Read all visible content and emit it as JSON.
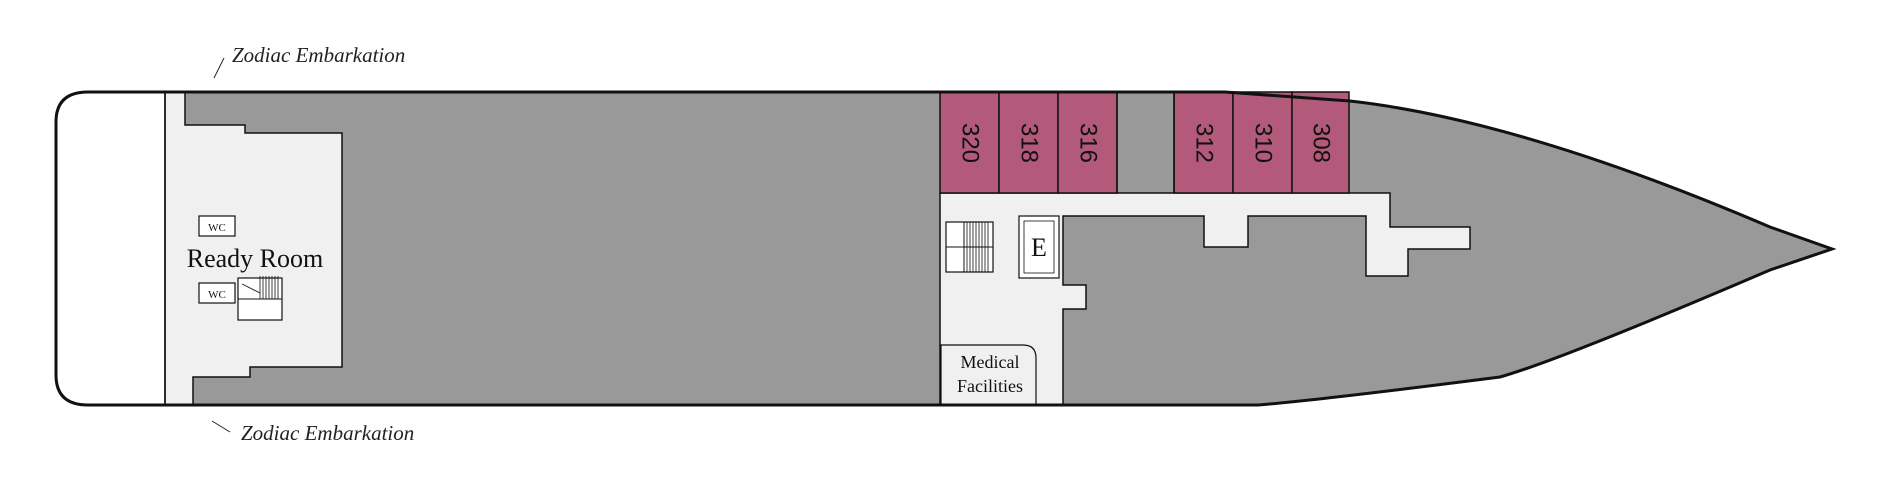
{
  "labels": {
    "zodiac_top": "Zodiac Embarkation",
    "zodiac_bottom": "Zodiac Embarkation",
    "ready_room": "Ready Room",
    "wc_upper": "WC",
    "wc_lower": "WC",
    "elevator": "E",
    "medical_line1": "Medical",
    "medical_line2": "Facilities"
  },
  "cabins": [
    {
      "number": "320"
    },
    {
      "number": "318"
    },
    {
      "number": "316"
    },
    {
      "number": "312"
    },
    {
      "number": "310"
    },
    {
      "number": "308"
    }
  ],
  "colors": {
    "cabin": "#b35a7a",
    "deck": "#999999",
    "public": "#f0f0f0",
    "outline": "#111111"
  }
}
